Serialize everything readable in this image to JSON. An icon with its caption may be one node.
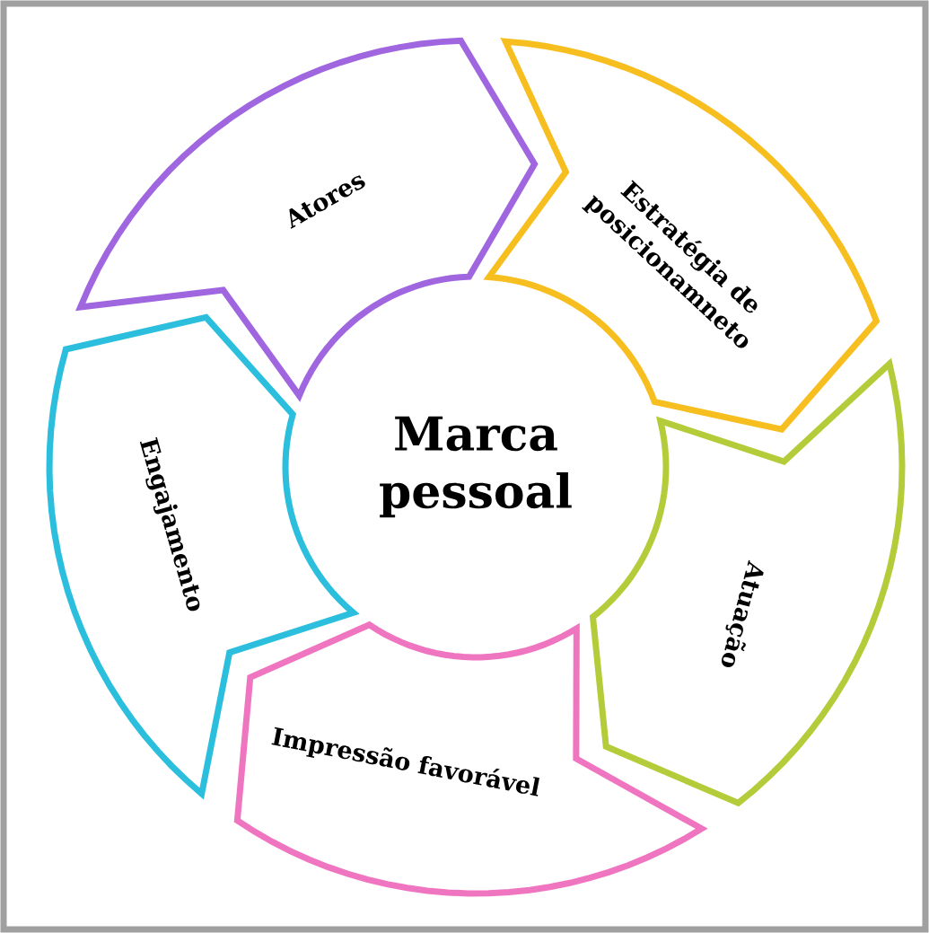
{
  "diagram": {
    "nodes": [
      {
        "text": [
          "Marca pessoal"
        ]
      },
      {
        "text": [
          "Atores"
        ]
      },
      {
        "text": [
          "Estratégia de posicionamneto"
        ]
      },
      {
        "text": [
          "Atuação"
        ]
      },
      {
        "text": [
          "Impressão favorável"
        ]
      },
      {
        "text": [
          "Engajamento"
        ]
      }
    ]
  }
}
